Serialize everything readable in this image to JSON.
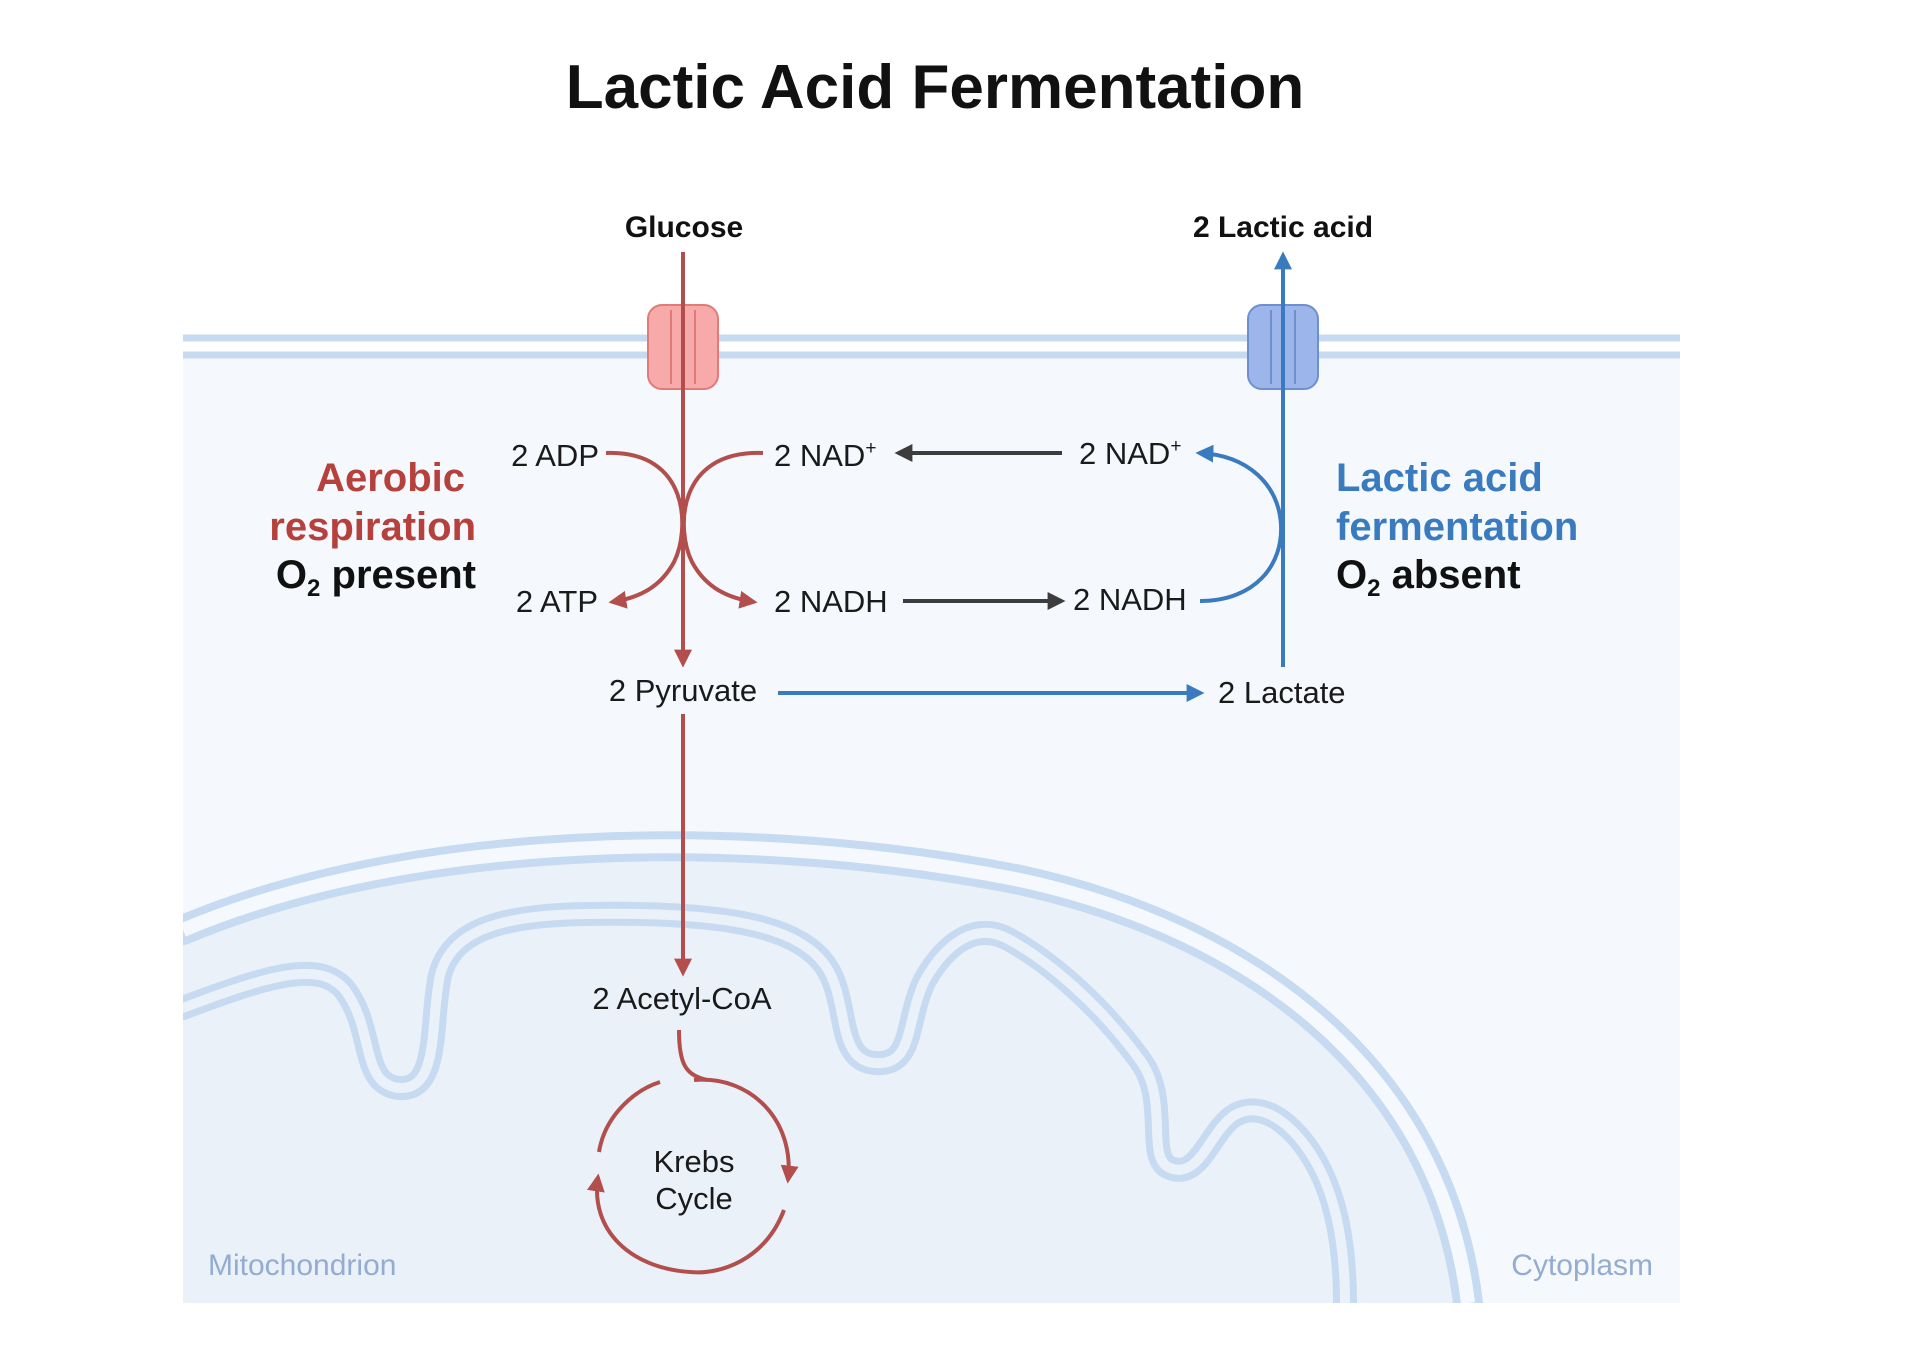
{
  "title": "Lactic Acid Fermentation",
  "inputs": {
    "glucose": "Glucose",
    "lactic_acid_out": "2 Lactic acid"
  },
  "molecules": {
    "adp": "2 ADP",
    "atp": "2 ATP",
    "nad_left": "2 NAD",
    "nad_left_sup": "+",
    "nadh_left": "2 NADH",
    "nad_right": "2 NAD",
    "nad_right_sup": "+",
    "nadh_right": "2 NADH",
    "pyruvate": "2 Pyruvate",
    "lactate": "2 Lactate",
    "acetyl_coa": "2 Acetyl-CoA",
    "krebs_line1": "Krebs",
    "krebs_line2": "Cycle"
  },
  "aerobic": {
    "line1": "Aerobic",
    "line2": "respiration",
    "o2_prefix": "O",
    "o2_sub": "2",
    "o2_suffix": " present"
  },
  "fermentation": {
    "line1": "Lactic acid",
    "line2": "fermentation",
    "o2_prefix": "O",
    "o2_sub": "2",
    "o2_suffix": " absent"
  },
  "regions": {
    "mitochondrion": "Mitochondrion",
    "cytoplasm": "Cytoplasm"
  },
  "colors": {
    "aerobic_red": "#b24f4d",
    "fermentation_blue": "#3a7bbf",
    "neutral_arrow": "#3d3d3d",
    "membrane": "#c6dbf1",
    "cell_fill": "#f5f9fd",
    "mito_fill": "#eaf1f9"
  },
  "icons": {
    "glucose_channel": "transport-channel-icon",
    "lactate_channel": "transport-channel-icon"
  }
}
